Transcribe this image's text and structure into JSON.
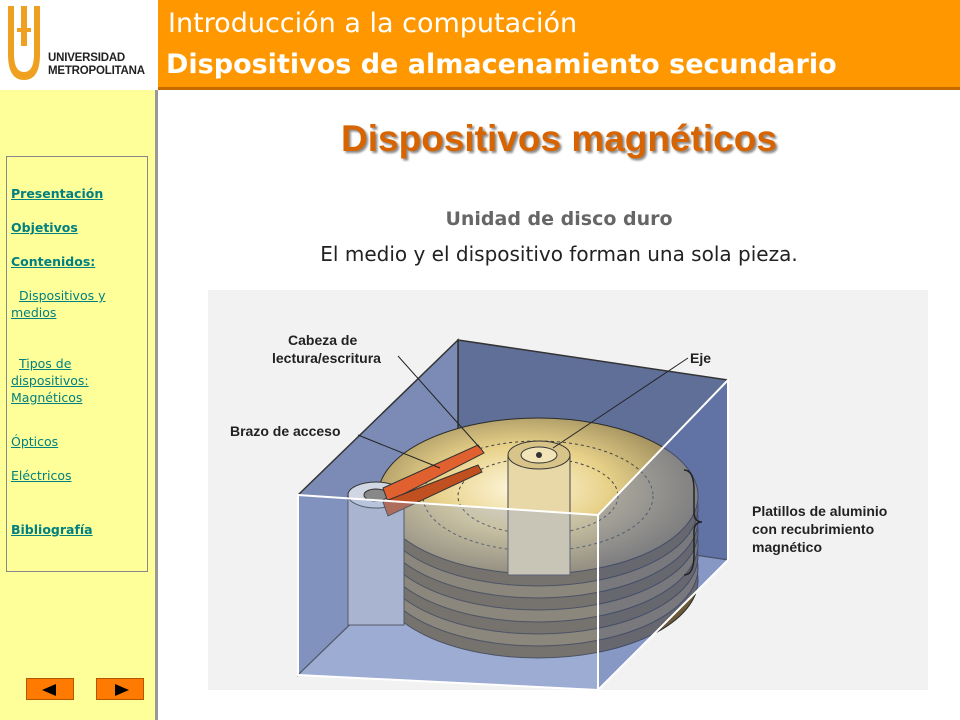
{
  "logo": {
    "line1": "UNIVERSIDAD",
    "line2": "METROPOLITANA",
    "color": "#f0a020"
  },
  "header": {
    "course_title": "Introducción a la computación",
    "section_title": "Dispositivos de almacenamiento secundario",
    "bg_color": "#ff9800"
  },
  "sidebar": {
    "bg_color": "#ffff99",
    "links": {
      "presentacion": "Presentación",
      "objetivos": "Objetivos",
      "contenidos": "Contenidos:",
      "dispositivos_medios": "Dispositivos y medios",
      "tipos": "Tipos de dispositivos: Magnéticos",
      "opticos": "Ópticos",
      "electricos": "Eléctricos",
      "bibliografia": "Bibliografía"
    },
    "prev_icon": "left-triangle-icon",
    "next_icon": "right-triangle-icon"
  },
  "slide": {
    "title": "Dispositivos magnéticos",
    "subtitle": "Unidad de disco duro",
    "description": "El medio y el dispositivo forman una sola pieza.",
    "accent_color": "#d86400"
  },
  "figure": {
    "labels": {
      "cabeza_1": "Cabeza de",
      "cabeza_2": "lectura/escritura",
      "eje": "Eje",
      "brazo": "Brazo de acceso",
      "platillos_1": "Platillos de aluminio",
      "platillos_2": "con recubrimiento",
      "platillos_3": "magnético"
    }
  }
}
